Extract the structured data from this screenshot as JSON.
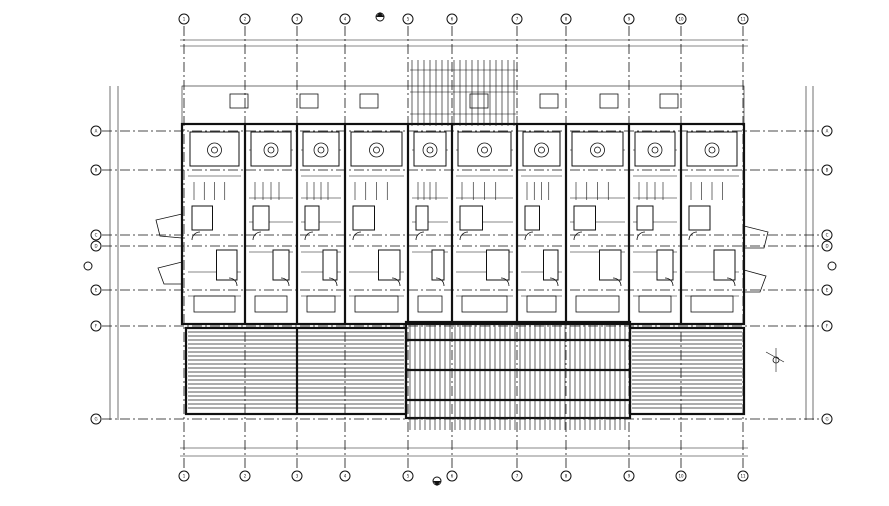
{
  "drawing": {
    "type": "architectural-floor-plan",
    "vertical_grid_bubbles": [
      "1",
      "2",
      "3",
      "4",
      "5",
      "6",
      "7",
      "8",
      "9",
      "10",
      "11"
    ],
    "horizontal_grid_bubbles": [
      "A",
      "B",
      "C",
      "D",
      "E",
      "F",
      "G"
    ],
    "units": 4,
    "colors": {
      "line": "#111111",
      "background": "#ffffff"
    },
    "icons": [
      "north-arrow-icon",
      "section-marker-icon"
    ]
  }
}
